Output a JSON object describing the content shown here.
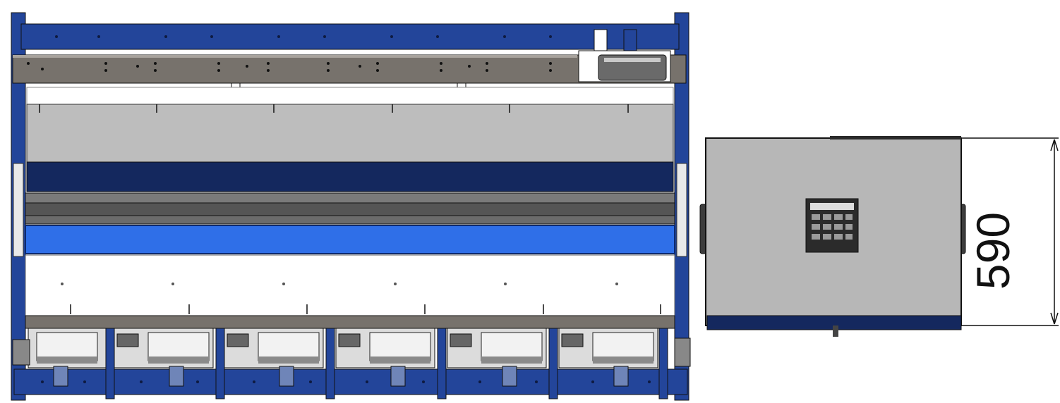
{
  "drawing": {
    "views": [
      {
        "name": "front-view"
      },
      {
        "name": "side-view"
      }
    ],
    "dimension": {
      "label": "590"
    },
    "colors": {
      "frame_blue": "#23459a",
      "dark_blue": "#14285e",
      "bright_blue": "#2f6fe8",
      "rail_gray": "#77726c",
      "panel_gray": "#bdbdbd",
      "dark_gray": "#555555",
      "roller_white": "#efefef",
      "box_gray": "#b7b7b7"
    }
  }
}
